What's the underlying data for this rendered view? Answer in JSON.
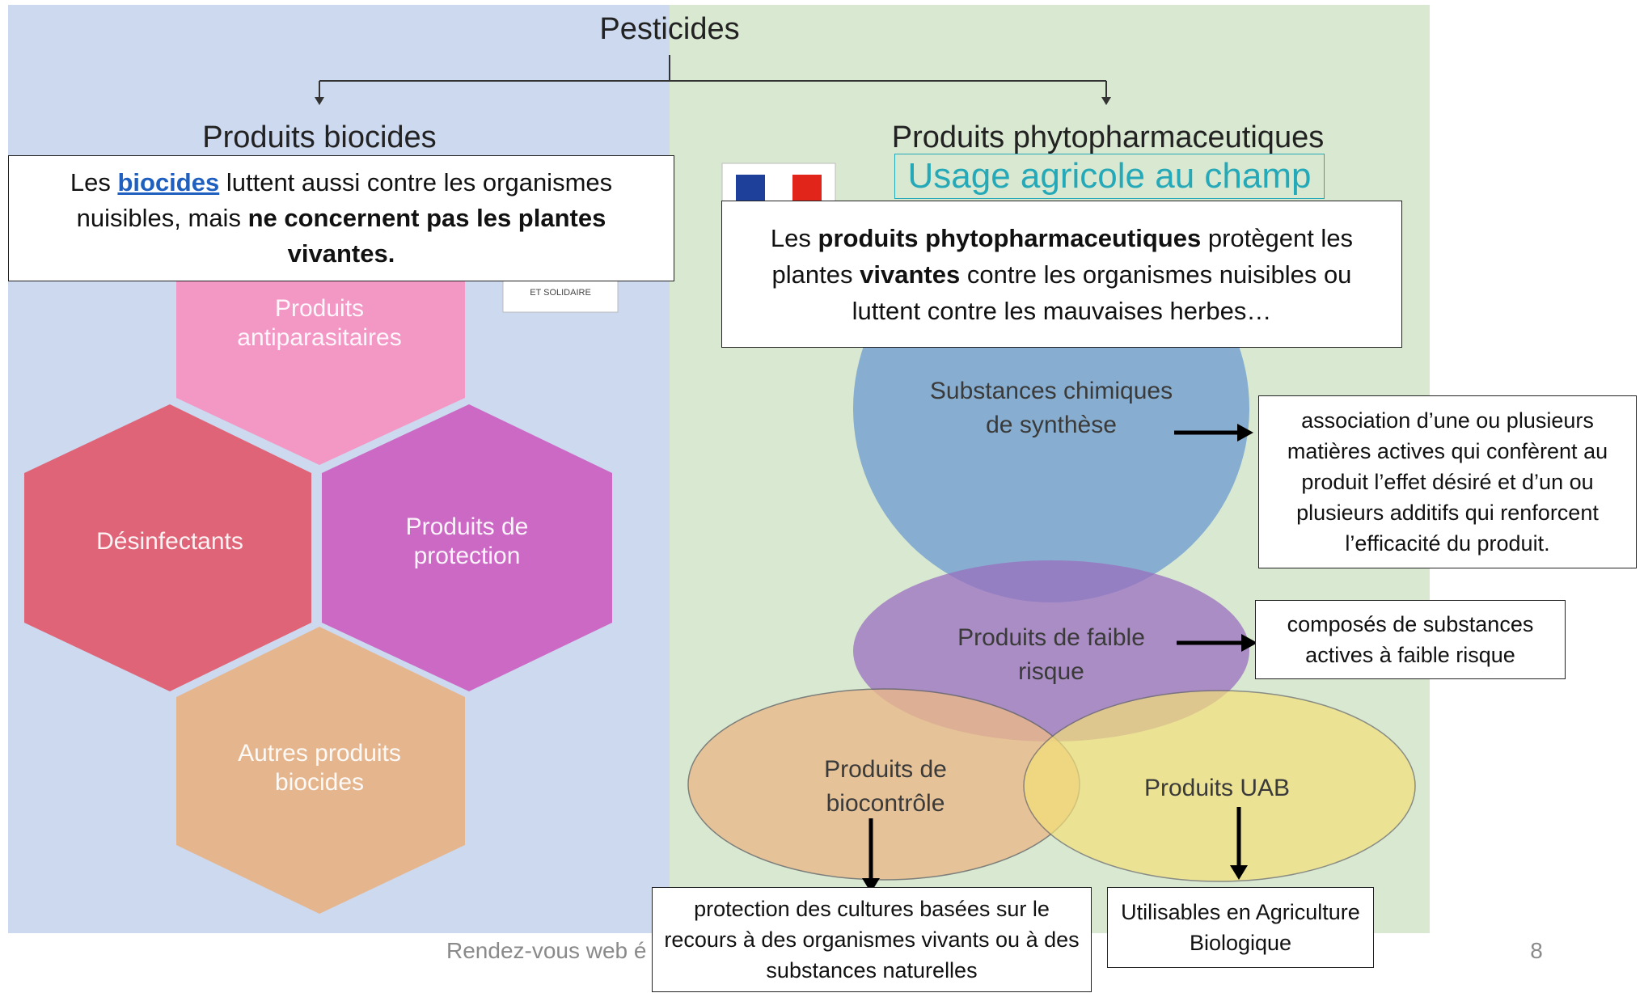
{
  "title": "Pesticides",
  "branches": {
    "left": "Produits biocides",
    "right": "Produits phytopharmaceutiques"
  },
  "usage_label": "Usage agricole au champ",
  "logo_caption": "ET SOLIDAIRE",
  "biocides_box": {
    "prefix": "Les",
    "link": "biocides",
    "middle": "luttent aussi contre les organismes nuisibles, mais",
    "bold": "ne concernent pas les plantes vivantes."
  },
  "phyto_box": {
    "prefix": "Les",
    "bold1": "produits phytopharmaceutiques",
    "middle": "protègent les plantes",
    "bold2": "vivantes",
    "suffix": "contre les organismes nuisibles ou luttent contre les mauvaises herbes…"
  },
  "hexagons": [
    {
      "label": "Produits antiparasitaires",
      "color": "#f78fc0"
    },
    {
      "label": "Désinfectants",
      "color": "#e2566a"
    },
    {
      "label": "Produits de protection",
      "color": "#cc5cc0"
    },
    {
      "label": "Autres produits biocides",
      "color": "#e8b183"
    }
  ],
  "circles": [
    {
      "label": "Substances chimiques de synthèse",
      "color": "#6f9dd0"
    },
    {
      "label": "Produits de faible risque",
      "color": "#9a6fbf"
    },
    {
      "label": "Produits de biocontrôle",
      "color": "#eab98a"
    },
    {
      "label": "Produits UAB",
      "color": "#f3e07a"
    }
  ],
  "annotations": {
    "synthese": "association d’une ou plusieurs matières actives  qui confèrent au produit l’effet désiré et d’un ou plusieurs additifs qui renforcent l’efficacité du produit.",
    "faible_risque": "composés de substances actives à faible risque",
    "biocontrole": "protection des cultures basées sur le recours à des organismes vivants ou à des substances naturelles",
    "uab": "Utilisables en Agriculture Biologique"
  },
  "footer": {
    "text": "Rendez-vous web é",
    "page_number": "8"
  }
}
